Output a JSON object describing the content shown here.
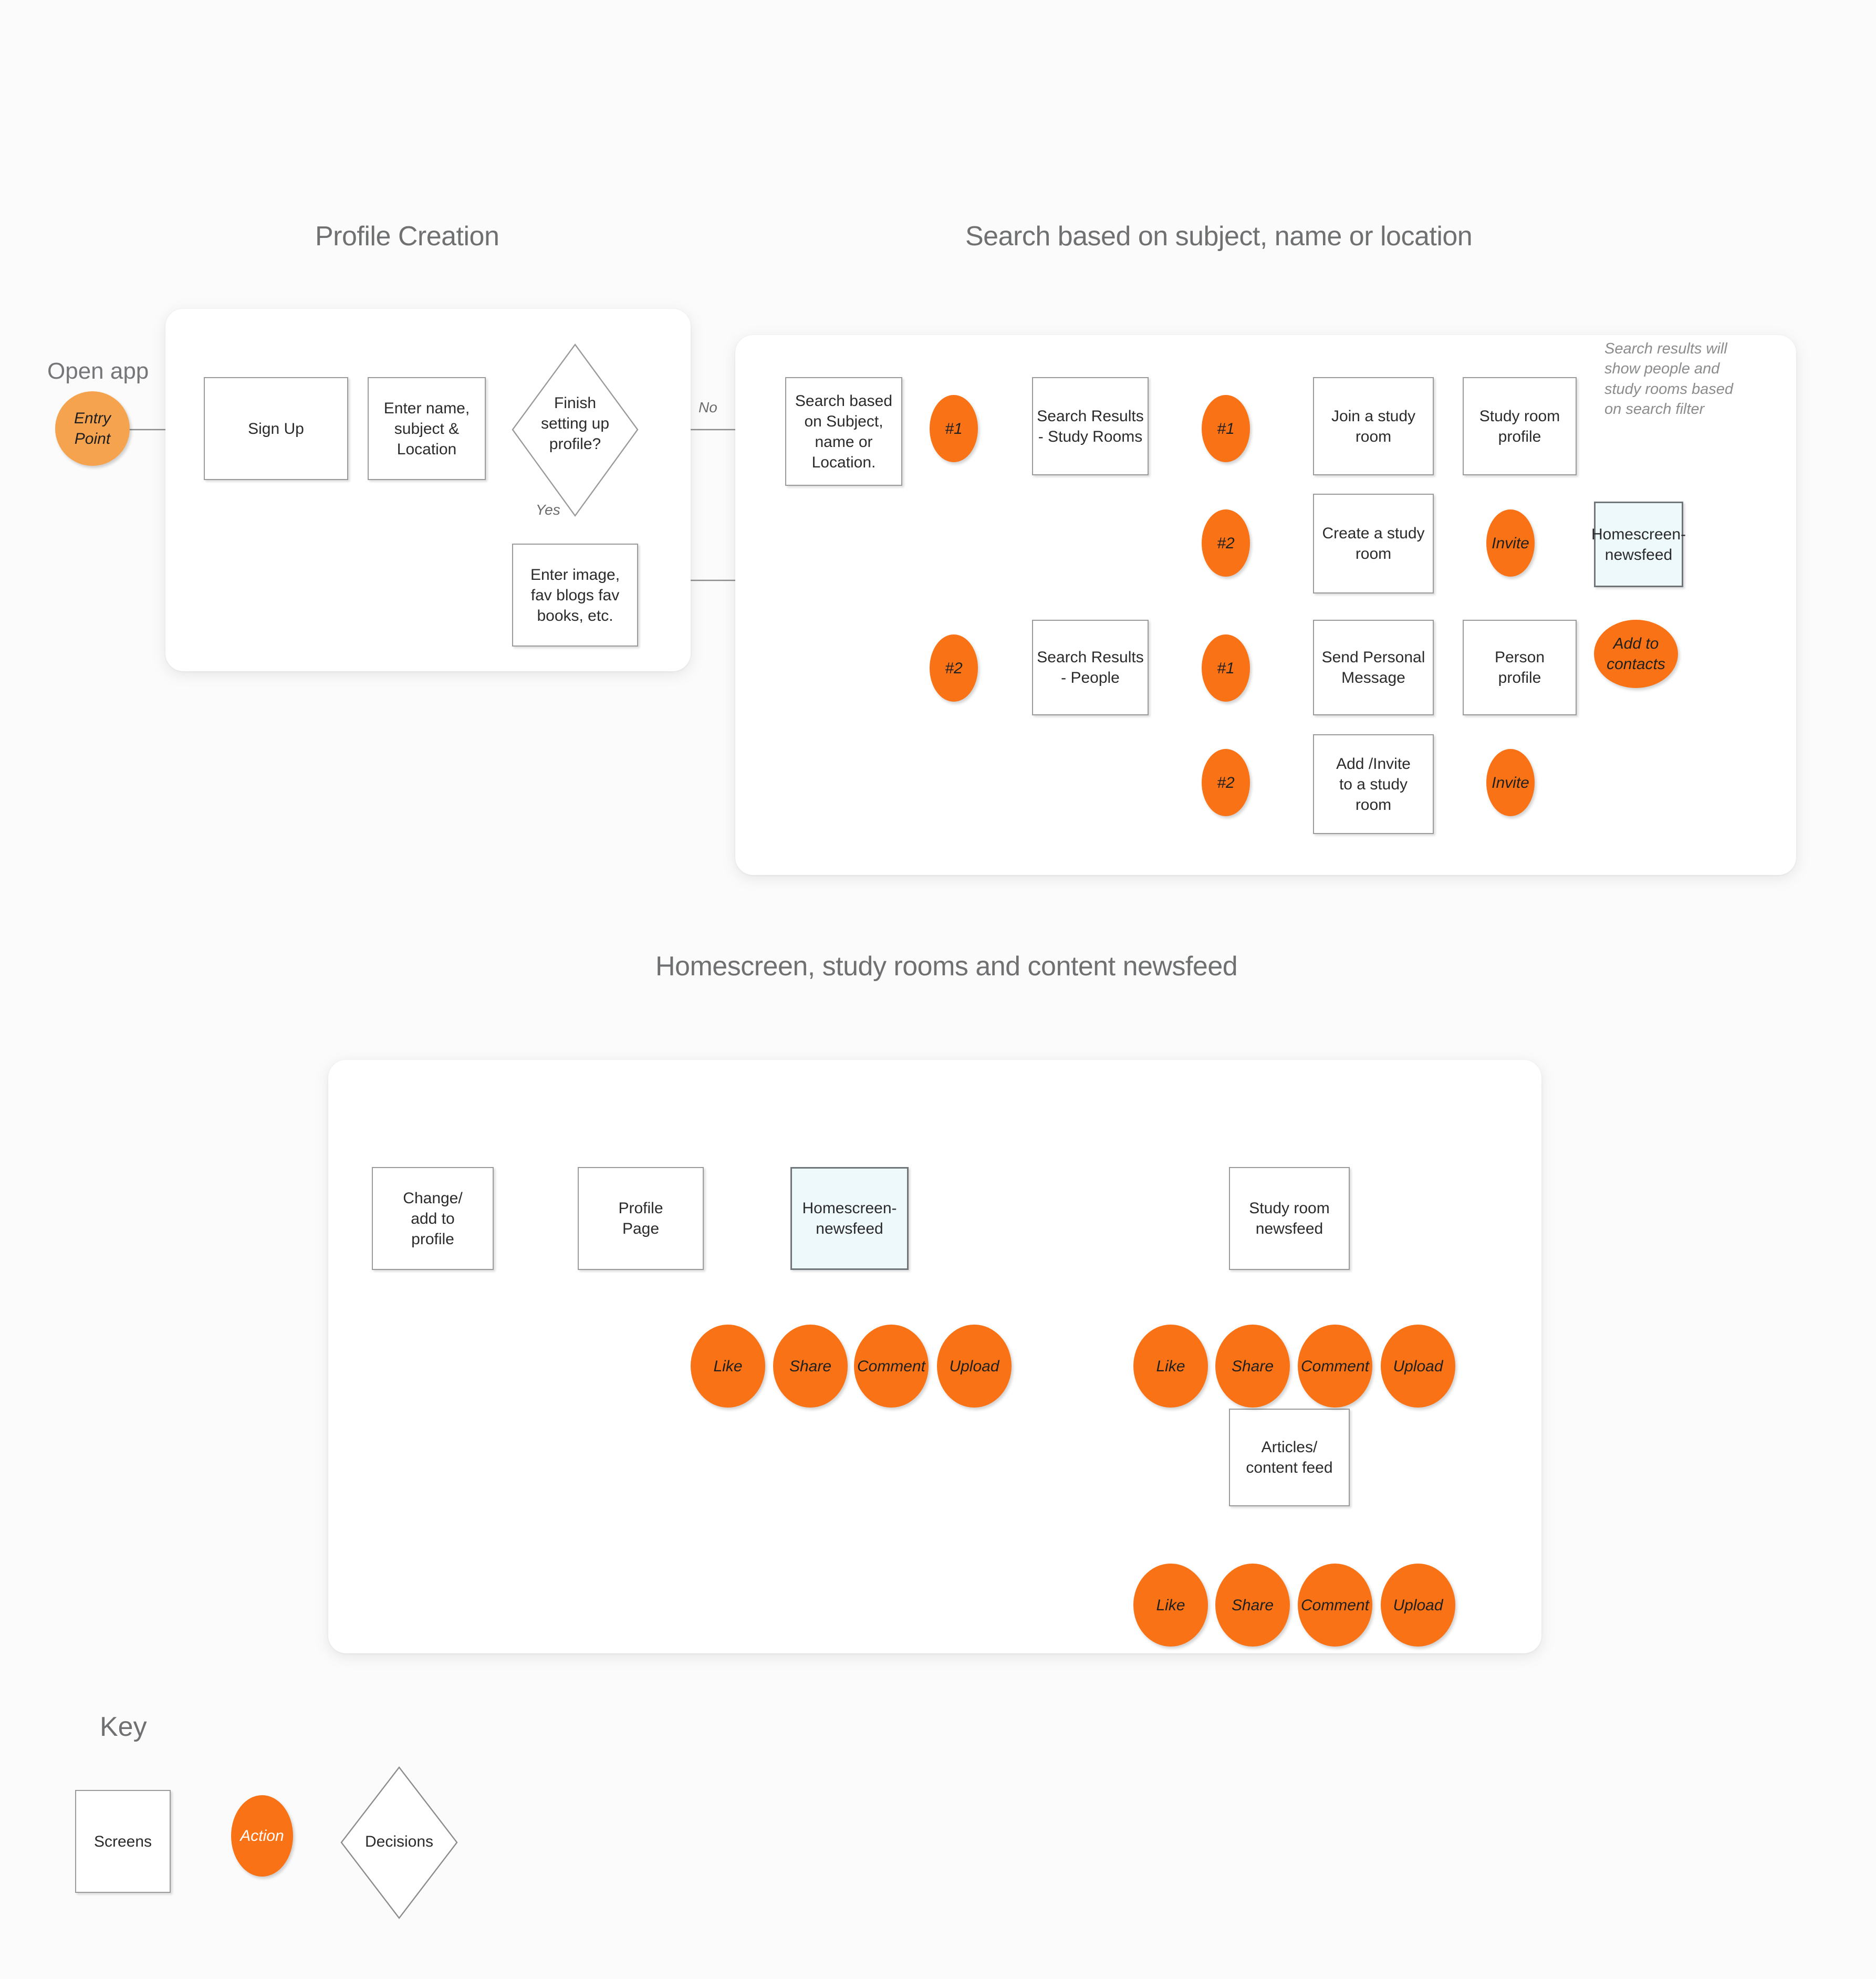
{
  "sections": [
    {
      "title": "Profile Creation"
    },
    {
      "title": "Search based on subject, name or location"
    },
    {
      "title": "Homescreen, study rooms and content newsfeed"
    }
  ],
  "entry": {
    "caption": "Open app",
    "label": "Entry\nPoint"
  },
  "profile_creation": {
    "nodes": [
      {
        "id": "signup",
        "label": "Sign Up",
        "type": "screen"
      },
      {
        "id": "enter_name",
        "label": "Enter name,\nsubject &\nLocation",
        "type": "screen"
      },
      {
        "id": "finish_profile",
        "label": "Finish\nsetting up\nprofile?",
        "type": "decision"
      },
      {
        "id": "enter_image",
        "label": "Enter image,\nfav blogs fav\nbooks, etc.",
        "type": "screen"
      }
    ],
    "edge_labels": {
      "no": "No",
      "yes": "Yes"
    }
  },
  "search_flow": {
    "nodes": [
      {
        "id": "search_base",
        "label": "Search based\non Subject,\nname or\nLocation.",
        "type": "screen"
      },
      {
        "id": "a_one_top",
        "label": "#1",
        "type": "action"
      },
      {
        "id": "sr_rooms",
        "label": "Search Results\n- Study Rooms",
        "type": "screen"
      },
      {
        "id": "a_one_rooms",
        "label": "#1",
        "type": "action"
      },
      {
        "id": "join_room",
        "label": "Join a study\nroom",
        "type": "screen"
      },
      {
        "id": "room_profile",
        "label": "Study room\nprofile",
        "type": "screen"
      },
      {
        "id": "a_two_rooms",
        "label": "#2",
        "type": "action"
      },
      {
        "id": "create_room",
        "label": "Create a study\nroom",
        "type": "screen"
      },
      {
        "id": "invite_rooms",
        "label": "Invite",
        "type": "action"
      },
      {
        "id": "homescreen_search",
        "label": "Homescreen-\nnewsfeed",
        "type": "screen-highlight"
      },
      {
        "id": "a_two_people",
        "label": "#2",
        "type": "action"
      },
      {
        "id": "sr_people",
        "label": "Search Results\n- People",
        "type": "screen"
      },
      {
        "id": "a_one_people",
        "label": "#1",
        "type": "action"
      },
      {
        "id": "send_message",
        "label": "Send Personal\nMessage",
        "type": "screen"
      },
      {
        "id": "person_profile",
        "label": "Person\nprofile",
        "type": "screen"
      },
      {
        "id": "add_contacts",
        "label": "Add to\ncontacts",
        "type": "action"
      },
      {
        "id": "a_two_invite",
        "label": "#2",
        "type": "action"
      },
      {
        "id": "add_invite_room",
        "label": "Add /Invite\nto a study\nroom",
        "type": "screen"
      },
      {
        "id": "invite_people",
        "label": "Invite",
        "type": "action"
      }
    ],
    "annotation": "Search results will\nshow people and\nstudy rooms based\non search filter"
  },
  "homescreen_flow": {
    "nodes": [
      {
        "id": "change_profile",
        "label": "Change/\nadd to\nprofile",
        "type": "screen"
      },
      {
        "id": "profile_page",
        "label": "Profile\nPage",
        "type": "screen"
      },
      {
        "id": "homescreen",
        "label": "Homescreen-\nnewsfeed",
        "type": "screen-highlight"
      },
      {
        "id": "study_room_feed",
        "label": "Study room\nnewsfeed",
        "type": "screen"
      },
      {
        "id": "articles_feed",
        "label": "Articles/\ncontent feed",
        "type": "screen"
      }
    ],
    "actions_home": [
      "Like",
      "Share",
      "Comment",
      "Upload"
    ],
    "actions_study": [
      "Like",
      "Share",
      "Comment",
      "Upload"
    ],
    "actions_articles": [
      "Like",
      "Share",
      "Comment",
      "Upload"
    ]
  },
  "key": {
    "title": "Key",
    "items": [
      {
        "label": "Screens",
        "shape": "rectangle"
      },
      {
        "label": "Action",
        "shape": "ellipse"
      },
      {
        "label": "Decisions",
        "shape": "diamond"
      }
    ]
  },
  "colors": {
    "action_orange": "#F97316",
    "entry_orange": "#F6A34F",
    "highlight_blue": "#EEF9FC",
    "title_gray": "#6F7072",
    "stroke_gray": "#9A9A9A",
    "page_bg": "#FBFBFB"
  }
}
